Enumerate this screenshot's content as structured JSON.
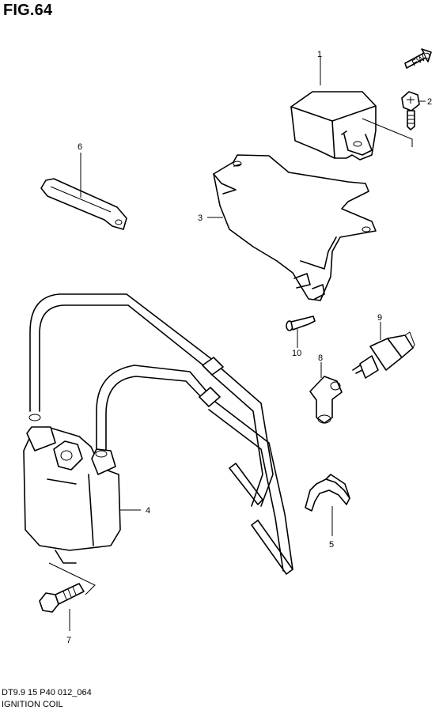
{
  "figure": {
    "title": "FIG.64",
    "code": "DT9.9 15 P40 012_064",
    "name": "IGNITION COIL"
  },
  "badge": {
    "text": "FWD"
  },
  "callouts": [
    {
      "id": 1,
      "label": "1"
    },
    {
      "id": 2,
      "label": "2"
    },
    {
      "id": 3,
      "label": "3"
    },
    {
      "id": 4,
      "label": "4"
    },
    {
      "id": 5,
      "label": "5"
    },
    {
      "id": 6,
      "label": "6"
    },
    {
      "id": 7,
      "label": "7"
    },
    {
      "id": 8,
      "label": "8"
    },
    {
      "id": 9,
      "label": "9"
    },
    {
      "id": 10,
      "label": "10"
    }
  ]
}
